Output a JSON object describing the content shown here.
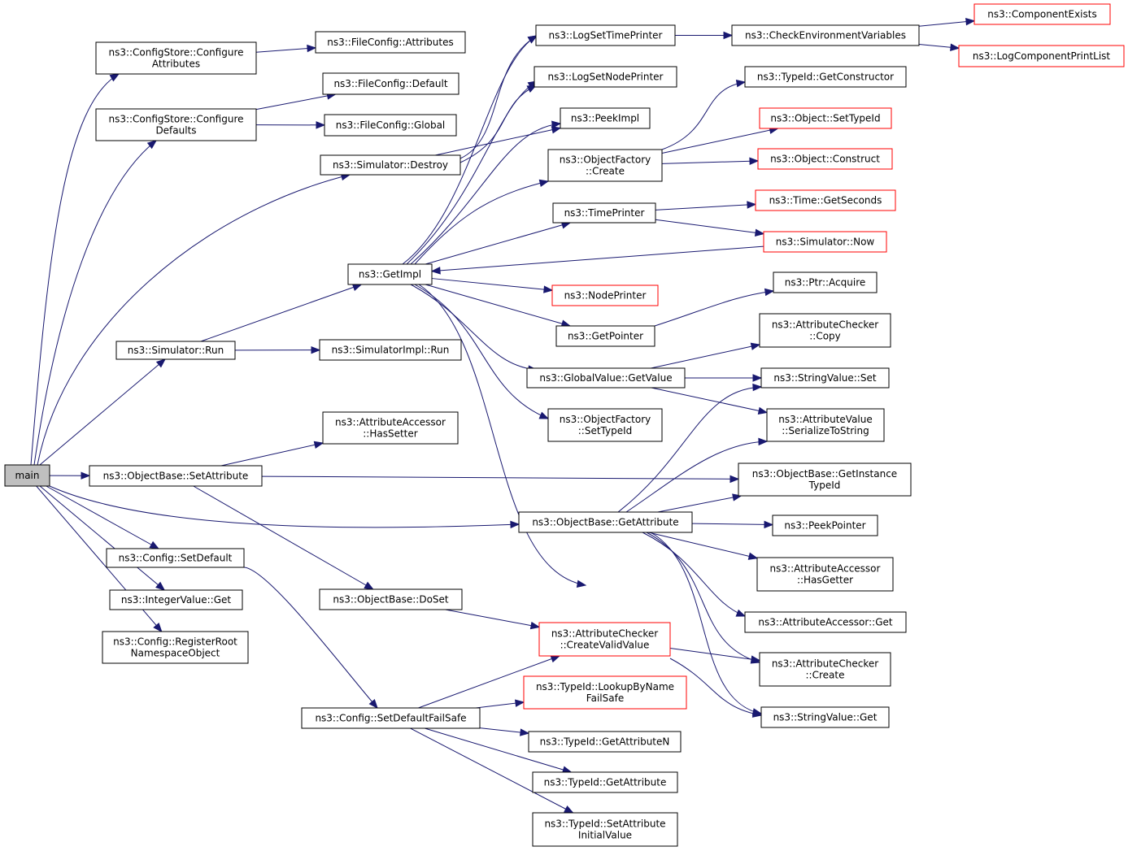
{
  "nodes": {
    "main": {
      "lines": [
        "main"
      ],
      "root": true
    },
    "cs_attr": {
      "lines": [
        "ns3::ConfigStore::Configure",
        "Attributes"
      ]
    },
    "cs_def": {
      "lines": [
        "ns3::ConfigStore::Configure",
        "Defaults"
      ]
    },
    "sim_run": {
      "lines": [
        "ns3::Simulator::Run"
      ]
    },
    "ob_setattr": {
      "lines": [
        "ns3::ObjectBase::SetAttribute"
      ]
    },
    "cfg_setdef": {
      "lines": [
        "ns3::Config::SetDefault"
      ]
    },
    "int_get": {
      "lines": [
        "ns3::IntegerValue::Get"
      ]
    },
    "cfg_regroot": {
      "lines": [
        "ns3::Config::RegisterRoot",
        "NamespaceObject"
      ]
    },
    "fc_attr": {
      "lines": [
        "ns3::FileConfig::Attributes"
      ]
    },
    "fc_def": {
      "lines": [
        "ns3::FileConfig::Default"
      ]
    },
    "fc_glob": {
      "lines": [
        "ns3::FileConfig::Global"
      ]
    },
    "sim_destroy": {
      "lines": [
        "ns3::Simulator::Destroy"
      ]
    },
    "getimpl": {
      "lines": [
        "ns3::GetImpl"
      ]
    },
    "simimpl_run": {
      "lines": [
        "ns3::SimulatorImpl::Run"
      ]
    },
    "aa_hassetter": {
      "lines": [
        "ns3::AttributeAccessor",
        "::HasSetter"
      ]
    },
    "ob_doset": {
      "lines": [
        "ns3::ObjectBase::DoSet"
      ]
    },
    "cfg_setdeffs": {
      "lines": [
        "ns3::Config::SetDefaultFailSafe"
      ]
    },
    "log_settp": {
      "lines": [
        "ns3::LogSetTimePrinter"
      ]
    },
    "log_setnp": {
      "lines": [
        "ns3::LogSetNodePrinter"
      ]
    },
    "peekimpl": {
      "lines": [
        "ns3::PeekImpl"
      ]
    },
    "of_create": {
      "lines": [
        "ns3::ObjectFactory",
        "::Create"
      ]
    },
    "timeprinter": {
      "lines": [
        "ns3::TimePrinter"
      ]
    },
    "nodeprinter": {
      "lines": [
        "ns3::NodePrinter"
      ],
      "red": true
    },
    "getpointer": {
      "lines": [
        "ns3::GetPointer"
      ]
    },
    "gv_getvalue": {
      "lines": [
        "ns3::GlobalValue::GetValue"
      ]
    },
    "of_settypeid": {
      "lines": [
        "ns3::ObjectFactory",
        "::SetTypeId"
      ]
    },
    "ob_getattr": {
      "lines": [
        "ns3::ObjectBase::GetAttribute"
      ]
    },
    "ac_createvalid": {
      "lines": [
        "ns3::AttributeChecker",
        "::CreateValidValue"
      ],
      "red": true
    },
    "tid_lookup": {
      "lines": [
        "ns3::TypeId::LookupByName",
        "FailSafe"
      ],
      "red": true
    },
    "tid_getattrn": {
      "lines": [
        "ns3::TypeId::GetAttributeN"
      ]
    },
    "tid_getattr": {
      "lines": [
        "ns3::TypeId::GetAttribute"
      ]
    },
    "tid_setattrinit": {
      "lines": [
        "ns3::TypeId::SetAttribute",
        "InitialValue"
      ]
    },
    "check_env": {
      "lines": [
        "ns3::CheckEnvironmentVariables"
      ]
    },
    "tid_getctor": {
      "lines": [
        "ns3::TypeId::GetConstructor"
      ]
    },
    "obj_settypeid": {
      "lines": [
        "ns3::Object::SetTypeId"
      ],
      "red": true
    },
    "obj_construct": {
      "lines": [
        "ns3::Object::Construct"
      ],
      "red": true
    },
    "time_getsec": {
      "lines": [
        "ns3::Time::GetSeconds"
      ],
      "red": true
    },
    "sim_now": {
      "lines": [
        "ns3::Simulator::Now"
      ],
      "red": true
    },
    "ptr_acquire": {
      "lines": [
        "ns3::Ptr::Acquire"
      ]
    },
    "ac_copy": {
      "lines": [
        "ns3::AttributeChecker",
        "::Copy"
      ]
    },
    "sv_set": {
      "lines": [
        "ns3::StringValue::Set"
      ]
    },
    "av_serialize": {
      "lines": [
        "ns3::AttributeValue",
        "::SerializeToString"
      ]
    },
    "ob_getinst": {
      "lines": [
        "ns3::ObjectBase::GetInstance",
        "TypeId"
      ]
    },
    "peekpointer": {
      "lines": [
        "ns3::PeekPointer"
      ]
    },
    "aa_hasgetter": {
      "lines": [
        "ns3::AttributeAccessor",
        "::HasGetter"
      ]
    },
    "aa_get": {
      "lines": [
        "ns3::AttributeAccessor::Get"
      ]
    },
    "ac_create": {
      "lines": [
        "ns3::AttributeChecker",
        "::Create"
      ]
    },
    "sv_get": {
      "lines": [
        "ns3::StringValue::Get"
      ]
    },
    "comp_exists": {
      "lines": [
        "ns3::ComponentExists"
      ],
      "red": true
    },
    "log_comp_print": {
      "lines": [
        "ns3::LogComponentPrintList"
      ],
      "red": true
    }
  }
}
